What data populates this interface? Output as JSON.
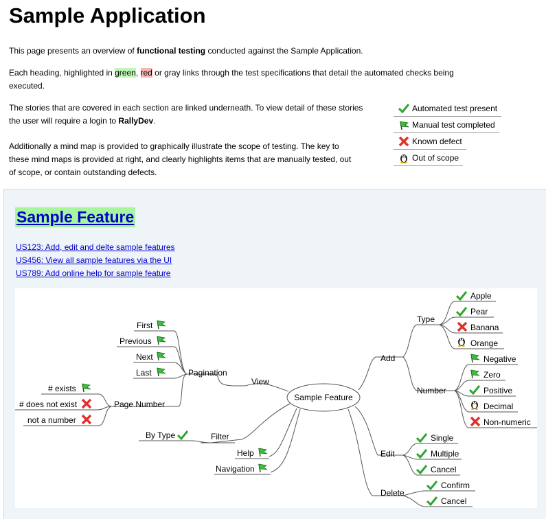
{
  "page": {
    "title": "Sample Application",
    "intro": {
      "before": "This page presents an overview of ",
      "bold": "functional testing",
      "after": " conducted against the Sample Application."
    },
    "heading_note": {
      "p1": "Each heading, highlighted in ",
      "green": "green",
      "p2": ", ",
      "red": "red",
      "p3": " or gray links through the test specifications that detail the automated checks being",
      "p4": "executed."
    },
    "stories_note": {
      "l1": "The stories that are covered in each section are linked underneath. To view detail of these stories",
      "l2_before": "the user will require a login to ",
      "l2_bold": "RallyDev",
      "l2_after": "."
    },
    "mindmap_note": {
      "l1": "Additionally a mind map is provided to graphically illustrate the scope of testing. The key to",
      "l2": "these mind maps is provided at right, and clearly highlights items that are manually tested, out",
      "l3": "of scope, or contain outstanding defects."
    }
  },
  "legend": [
    {
      "label": "Automated test present",
      "icon": "check-icon"
    },
    {
      "label": "Manual test completed",
      "icon": "green-flag-icon"
    },
    {
      "label": "Known defect",
      "icon": "red-cross-icon"
    },
    {
      "label": "Out of scope",
      "icon": "penguin-icon"
    }
  ],
  "feature": {
    "title": "Sample Feature",
    "stories": [
      "US123: Add, edit and delte sample features",
      "US456: View all sample features via the UI",
      "US789: Add online help for sample feature"
    ]
  },
  "mindmap": {
    "root": "Sample Feature",
    "nodes": {
      "view": "View",
      "pagination": "Pagination",
      "first": "First",
      "previous": "Previous",
      "next": "Next",
      "last": "Last",
      "page_number": "Page Number",
      "exists": "# exists",
      "not_exist": "# does not exist",
      "not_number": "not a number",
      "filter": "Filter",
      "by_type": "By Type",
      "help": "Help",
      "navigation": "Navigation",
      "add": "Add",
      "type": "Type",
      "apple": "Apple",
      "pear": "Pear",
      "banana": "Banana",
      "orange": "Orange",
      "number": "Number",
      "negative": "Negative",
      "zero": "Zero",
      "positive": "Positive",
      "decimal": "Decimal",
      "non_numeric": "Non-numeric",
      "edit": "Edit",
      "single": "Single",
      "multiple": "Multiple",
      "cancel_edit": "Cancel",
      "delete": "Delete",
      "confirm": "Confirm",
      "cancel_delete": "Cancel"
    }
  },
  "colors": {
    "highlight_green": "#bff7b5",
    "highlight_red": "#f7b5b5",
    "feature_bg": "#eff4f9",
    "title_bg": "#a8f5a0",
    "link": "#0000cc"
  }
}
